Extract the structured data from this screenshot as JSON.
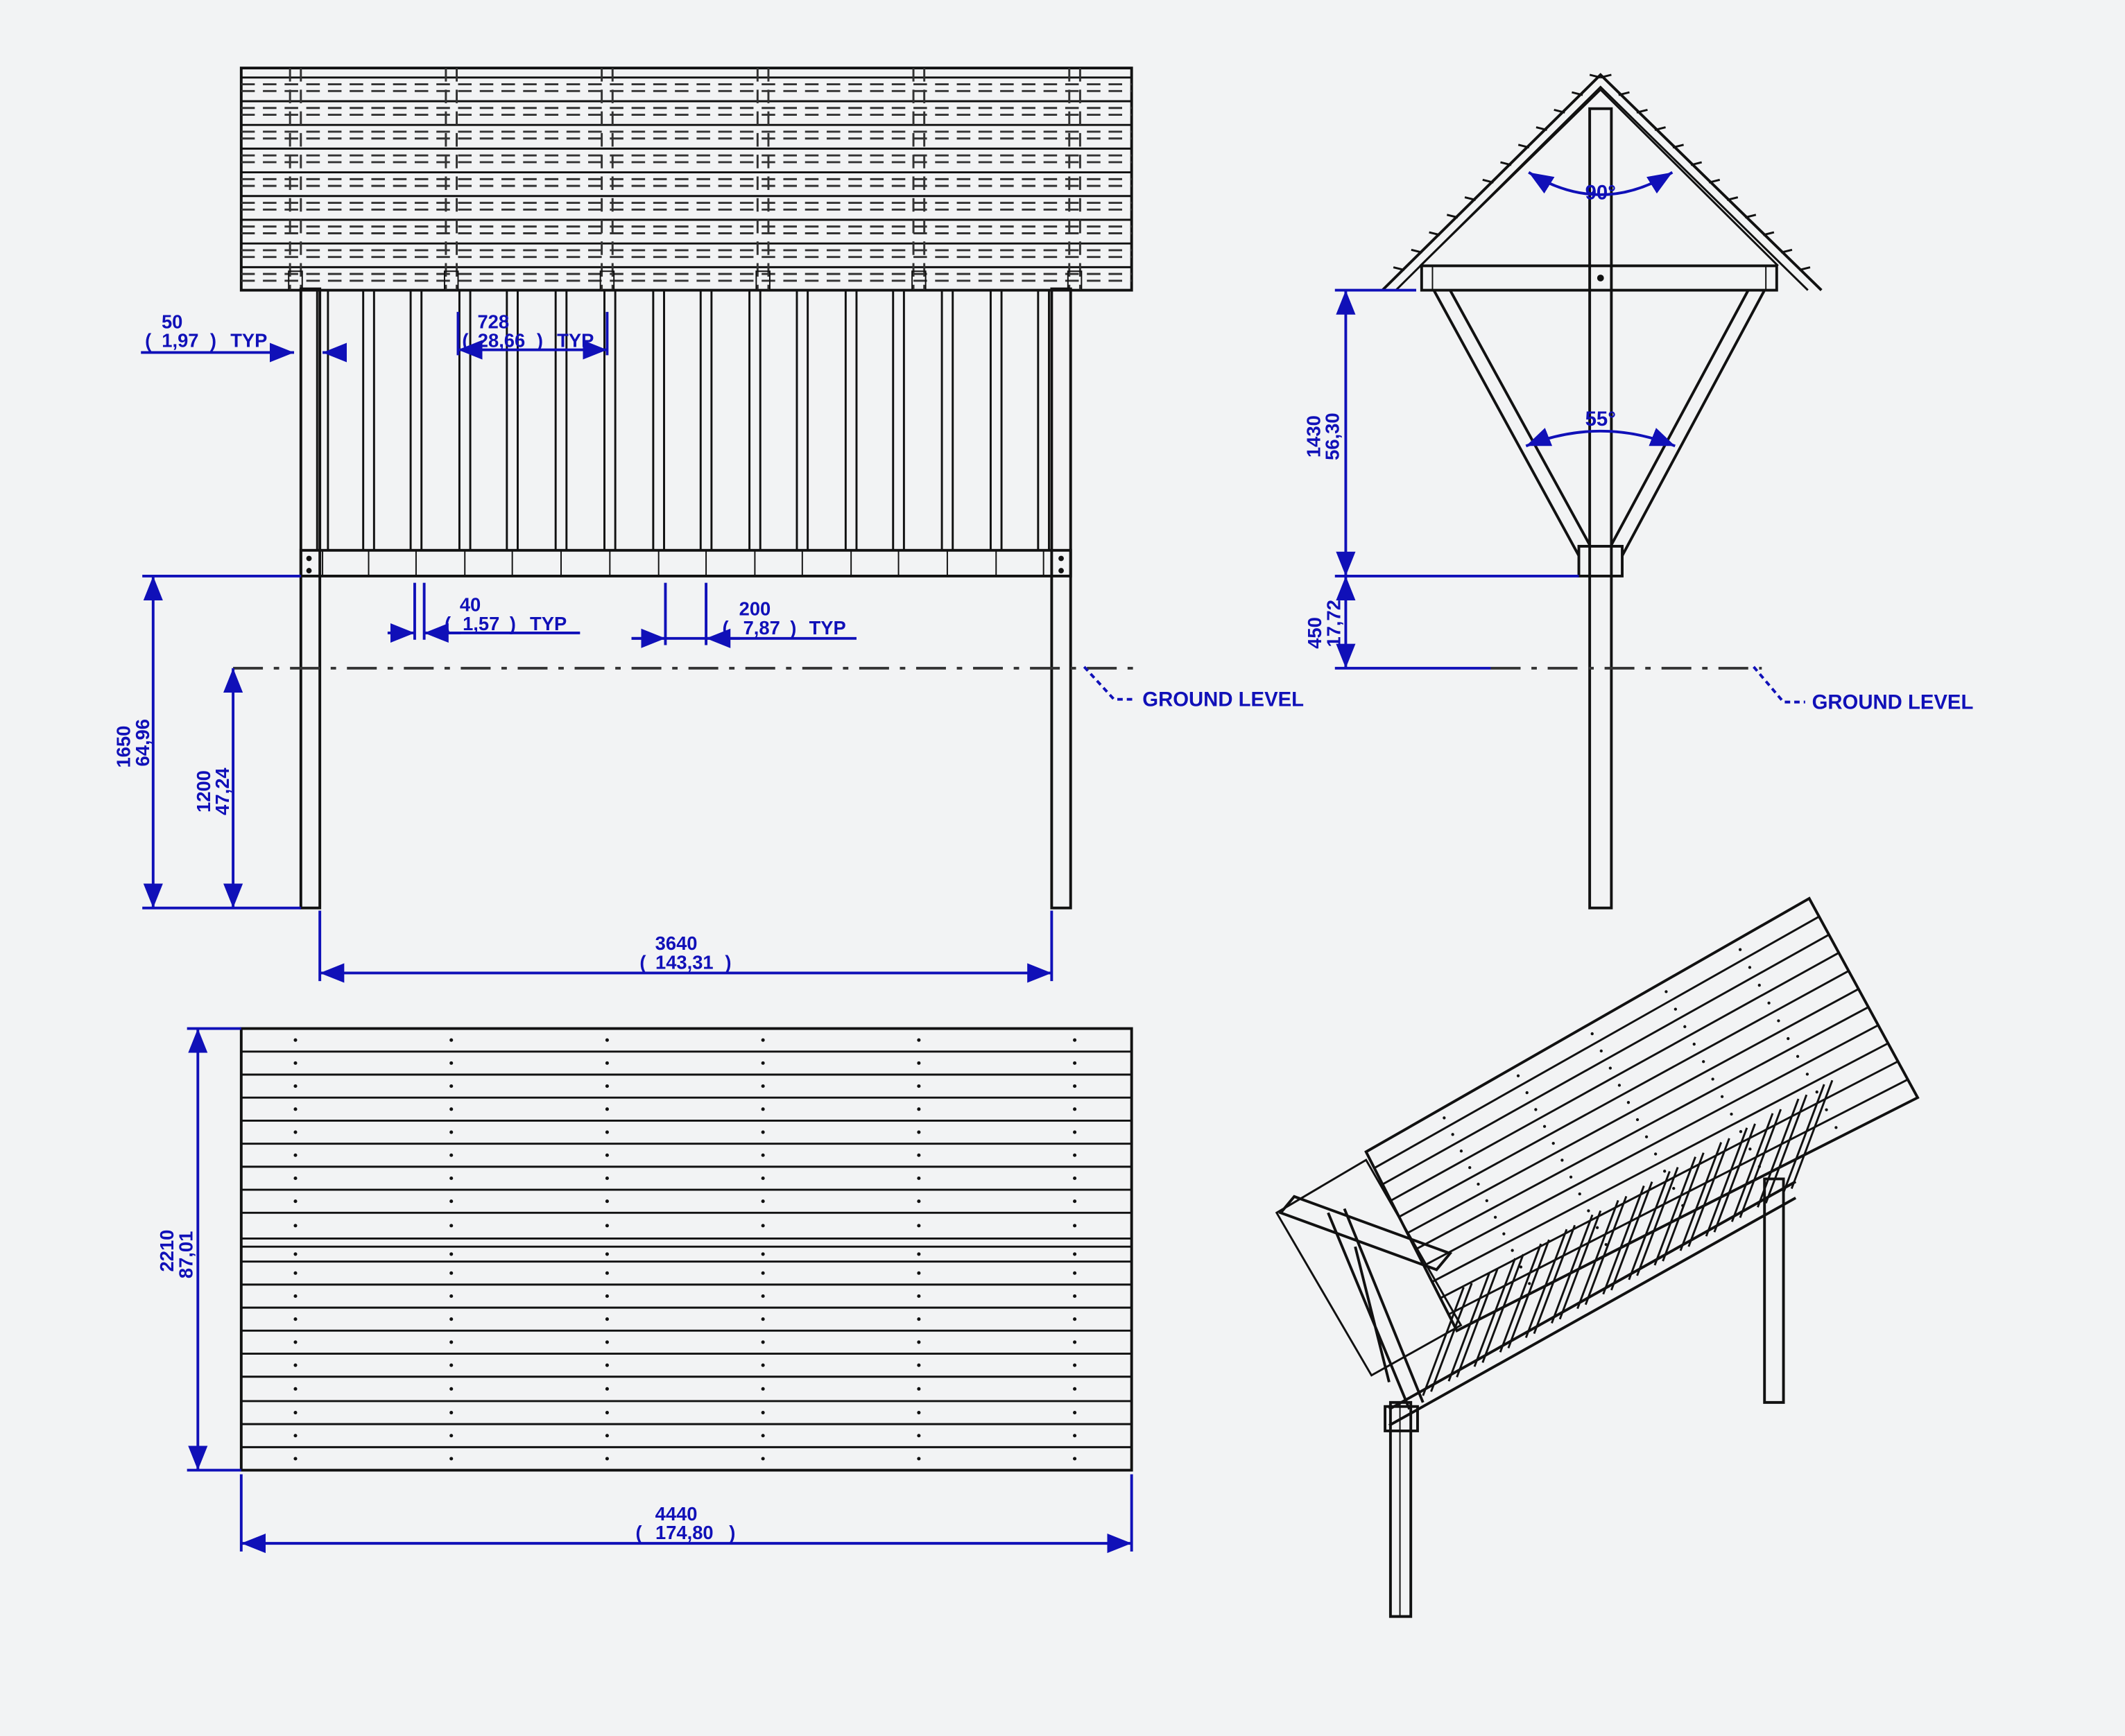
{
  "front_view": {
    "dim_board_width": {
      "mm": "50",
      "in": "1,97",
      "note": "TYP"
    },
    "dim_slat_spacing": {
      "mm": "728",
      "in": "28,66",
      "note": "TYP"
    },
    "dim_slat_width": {
      "mm": "40",
      "in": "1,57",
      "note": "TYP"
    },
    "dim_slat_gap": {
      "mm": "200",
      "in": "7,87",
      "note": "TYP"
    },
    "dim_total_height": {
      "mm": "1650",
      "in": "64,96"
    },
    "dim_ground_height": {
      "mm": "1200",
      "in": "47,24"
    },
    "dim_post_span": {
      "mm": "3640",
      "in": "143,31"
    },
    "ground_label": "GROUND LEVEL"
  },
  "side_view": {
    "angle_roof": "90°",
    "angle_rack": "55°",
    "dim_rack_height": {
      "mm": "1430",
      "in": "56,30"
    },
    "dim_ground_height": {
      "mm": "450",
      "in": "17,72"
    },
    "ground_label": "GROUND LEVEL"
  },
  "top_view": {
    "dim_depth": {
      "mm": "2210",
      "in": "87,01"
    },
    "dim_length": {
      "mm": "4440",
      "in": "174,80"
    }
  },
  "colors": {
    "dimension": "#1010b8",
    "line": "#111111",
    "background": "#f2f3f4"
  }
}
